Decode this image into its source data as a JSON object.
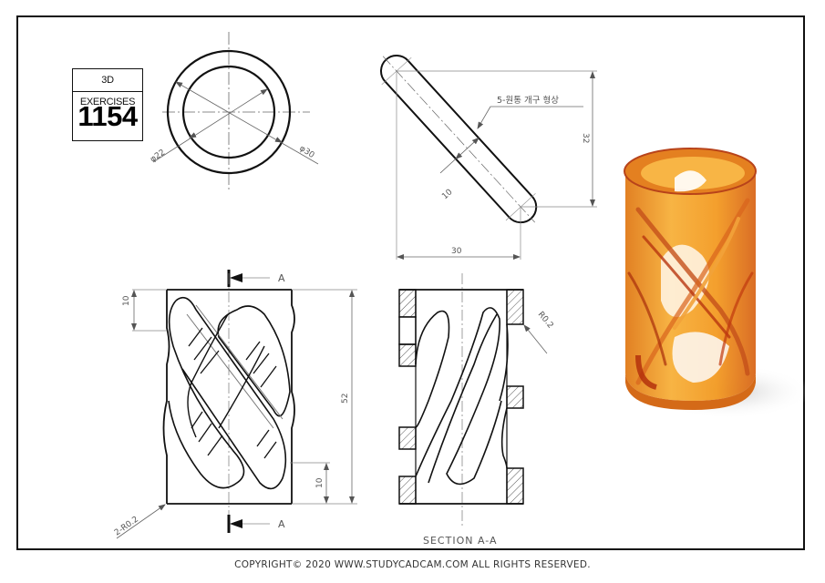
{
  "title_block": {
    "series_label": "3D EXERCISES",
    "exercise_number": "1154"
  },
  "top_view": {
    "inner_diameter_label": "φ22",
    "outer_diameter_label": "φ30"
  },
  "slot_detail": {
    "note": "5-원통 개구 형상",
    "width_label": "10",
    "horizontal_label": "30",
    "vertical_label": "32"
  },
  "front_view": {
    "section_marker_top": "A",
    "section_marker_bottom": "A",
    "height_label": "52",
    "top_offset_label": "10",
    "bottom_offset_label": "10",
    "radius_note": "2-R0.2"
  },
  "section_view": {
    "title": "SECTION A-A",
    "radius_note": "R0.2"
  },
  "render": {
    "description": "3D render of twisted hollow cylinder in transparent amber",
    "colors": {
      "amber_light": "#f6a623",
      "amber_mid": "#e8891a",
      "amber_dark": "#c0390e",
      "shadow": "#d8d8d8"
    }
  },
  "footer": {
    "copyright": "COPYRIGHT© 2020 WWW.STUDYCADCAM.COM ALL RIGHTS RESERVED."
  }
}
